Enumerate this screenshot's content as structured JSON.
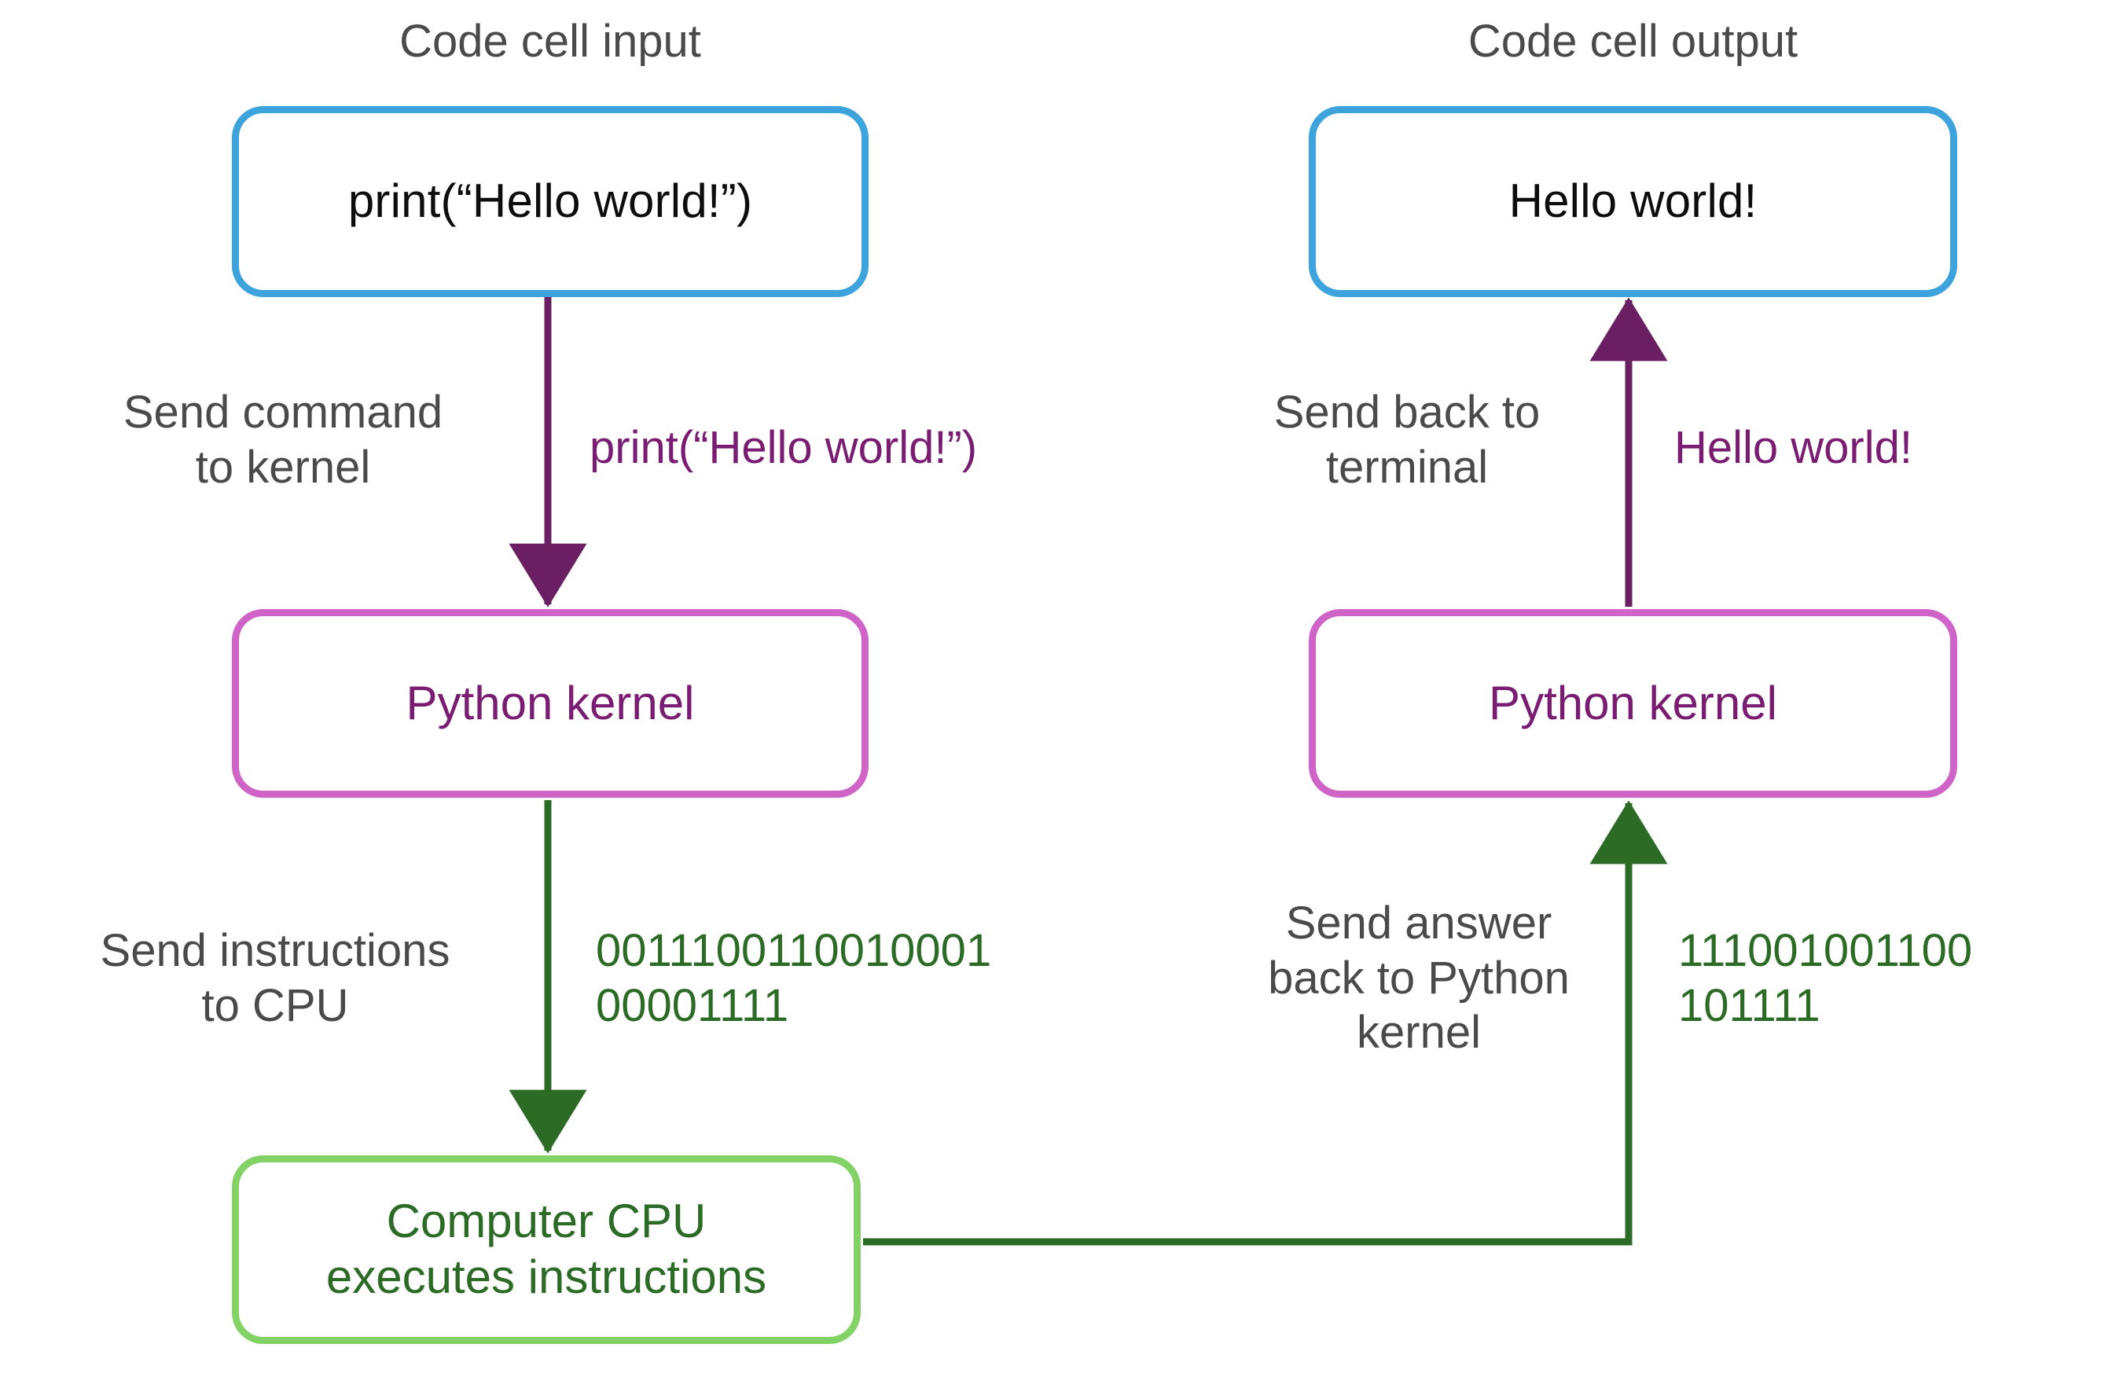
{
  "diagram": {
    "background": "#ffffff",
    "colors": {
      "blue_border": "#3CA3DC",
      "pink_border": "#D063C8",
      "light_green_border": "#82D265",
      "purple_text": "#7A1C71",
      "dark_green_text": "#2C6B25",
      "gray_text": "#4A4A4A",
      "black_text": "#0d0d0d"
    },
    "titles": {
      "left": "Code cell input",
      "right": "Code cell output"
    },
    "nodes": {
      "code_input": "print(“Hello world!”)",
      "code_output": "Hello world!",
      "kernel_left": "Python kernel",
      "kernel_right": "Python kernel",
      "cpu_line1": "Computer CPU",
      "cpu_line2": "executes instructions"
    },
    "edges": {
      "input_to_kernel": {
        "caption_line1": "Send command",
        "caption_line2": "to kernel",
        "payload": "print(“Hello world!”)",
        "color": "#6B1F63",
        "direction": "down"
      },
      "kernel_to_cpu": {
        "caption_line1": "Send instructions",
        "caption_line2": "to CPU",
        "payload_line1": "0011100110010001",
        "payload_line2": "00001111",
        "color": "#2C6B25",
        "direction": "down"
      },
      "cpu_to_kernel": {
        "caption_line1": "Send answer",
        "caption_line2": "back to Python",
        "caption_line3": "kernel",
        "payload_line1": "111001001100",
        "payload_line2": "101111",
        "color": "#2C6B25",
        "direction": "up"
      },
      "kernel_to_output": {
        "caption_line1": "Send back to",
        "caption_line2": "terminal",
        "payload": "Hello world!",
        "color": "#6B1F63",
        "direction": "up"
      }
    }
  }
}
